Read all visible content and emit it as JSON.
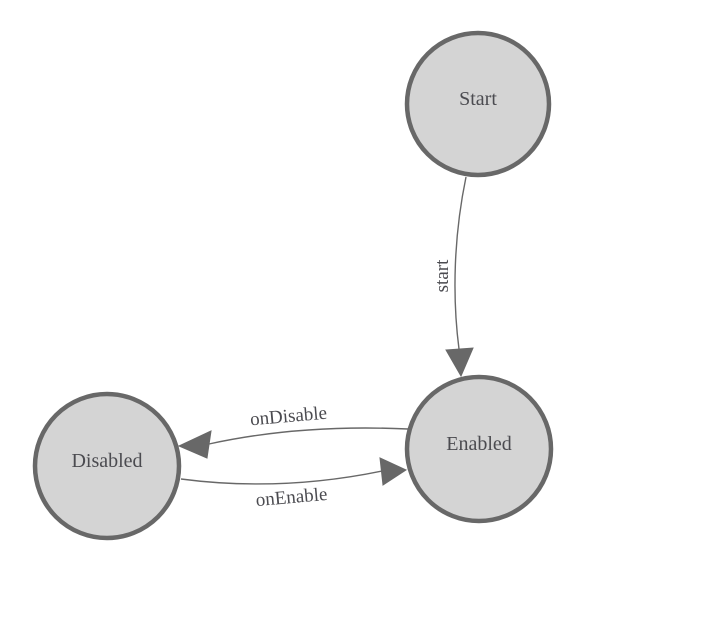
{
  "diagram": {
    "type": "state-machine",
    "background_color": "#ffffff",
    "node_style": {
      "fill": "#d4d4d4",
      "stroke": "#686868",
      "label_color": "#4b4b50"
    },
    "edge_style": {
      "line_color": "#686868",
      "arrow_color": "#686868",
      "label_color": "#4b4b50"
    },
    "nodes": [
      {
        "id": "start",
        "label": "Start"
      },
      {
        "id": "enabled",
        "label": "Enabled"
      },
      {
        "id": "disabled",
        "label": "Disabled"
      }
    ],
    "edges": [
      {
        "id": "start-transition",
        "from": "start",
        "to": "enabled",
        "label": "start"
      },
      {
        "id": "on-disable",
        "from": "enabled",
        "to": "disabled",
        "label": "onDisable"
      },
      {
        "id": "on-enable",
        "from": "disabled",
        "to": "enabled",
        "label": "onEnable"
      }
    ]
  }
}
